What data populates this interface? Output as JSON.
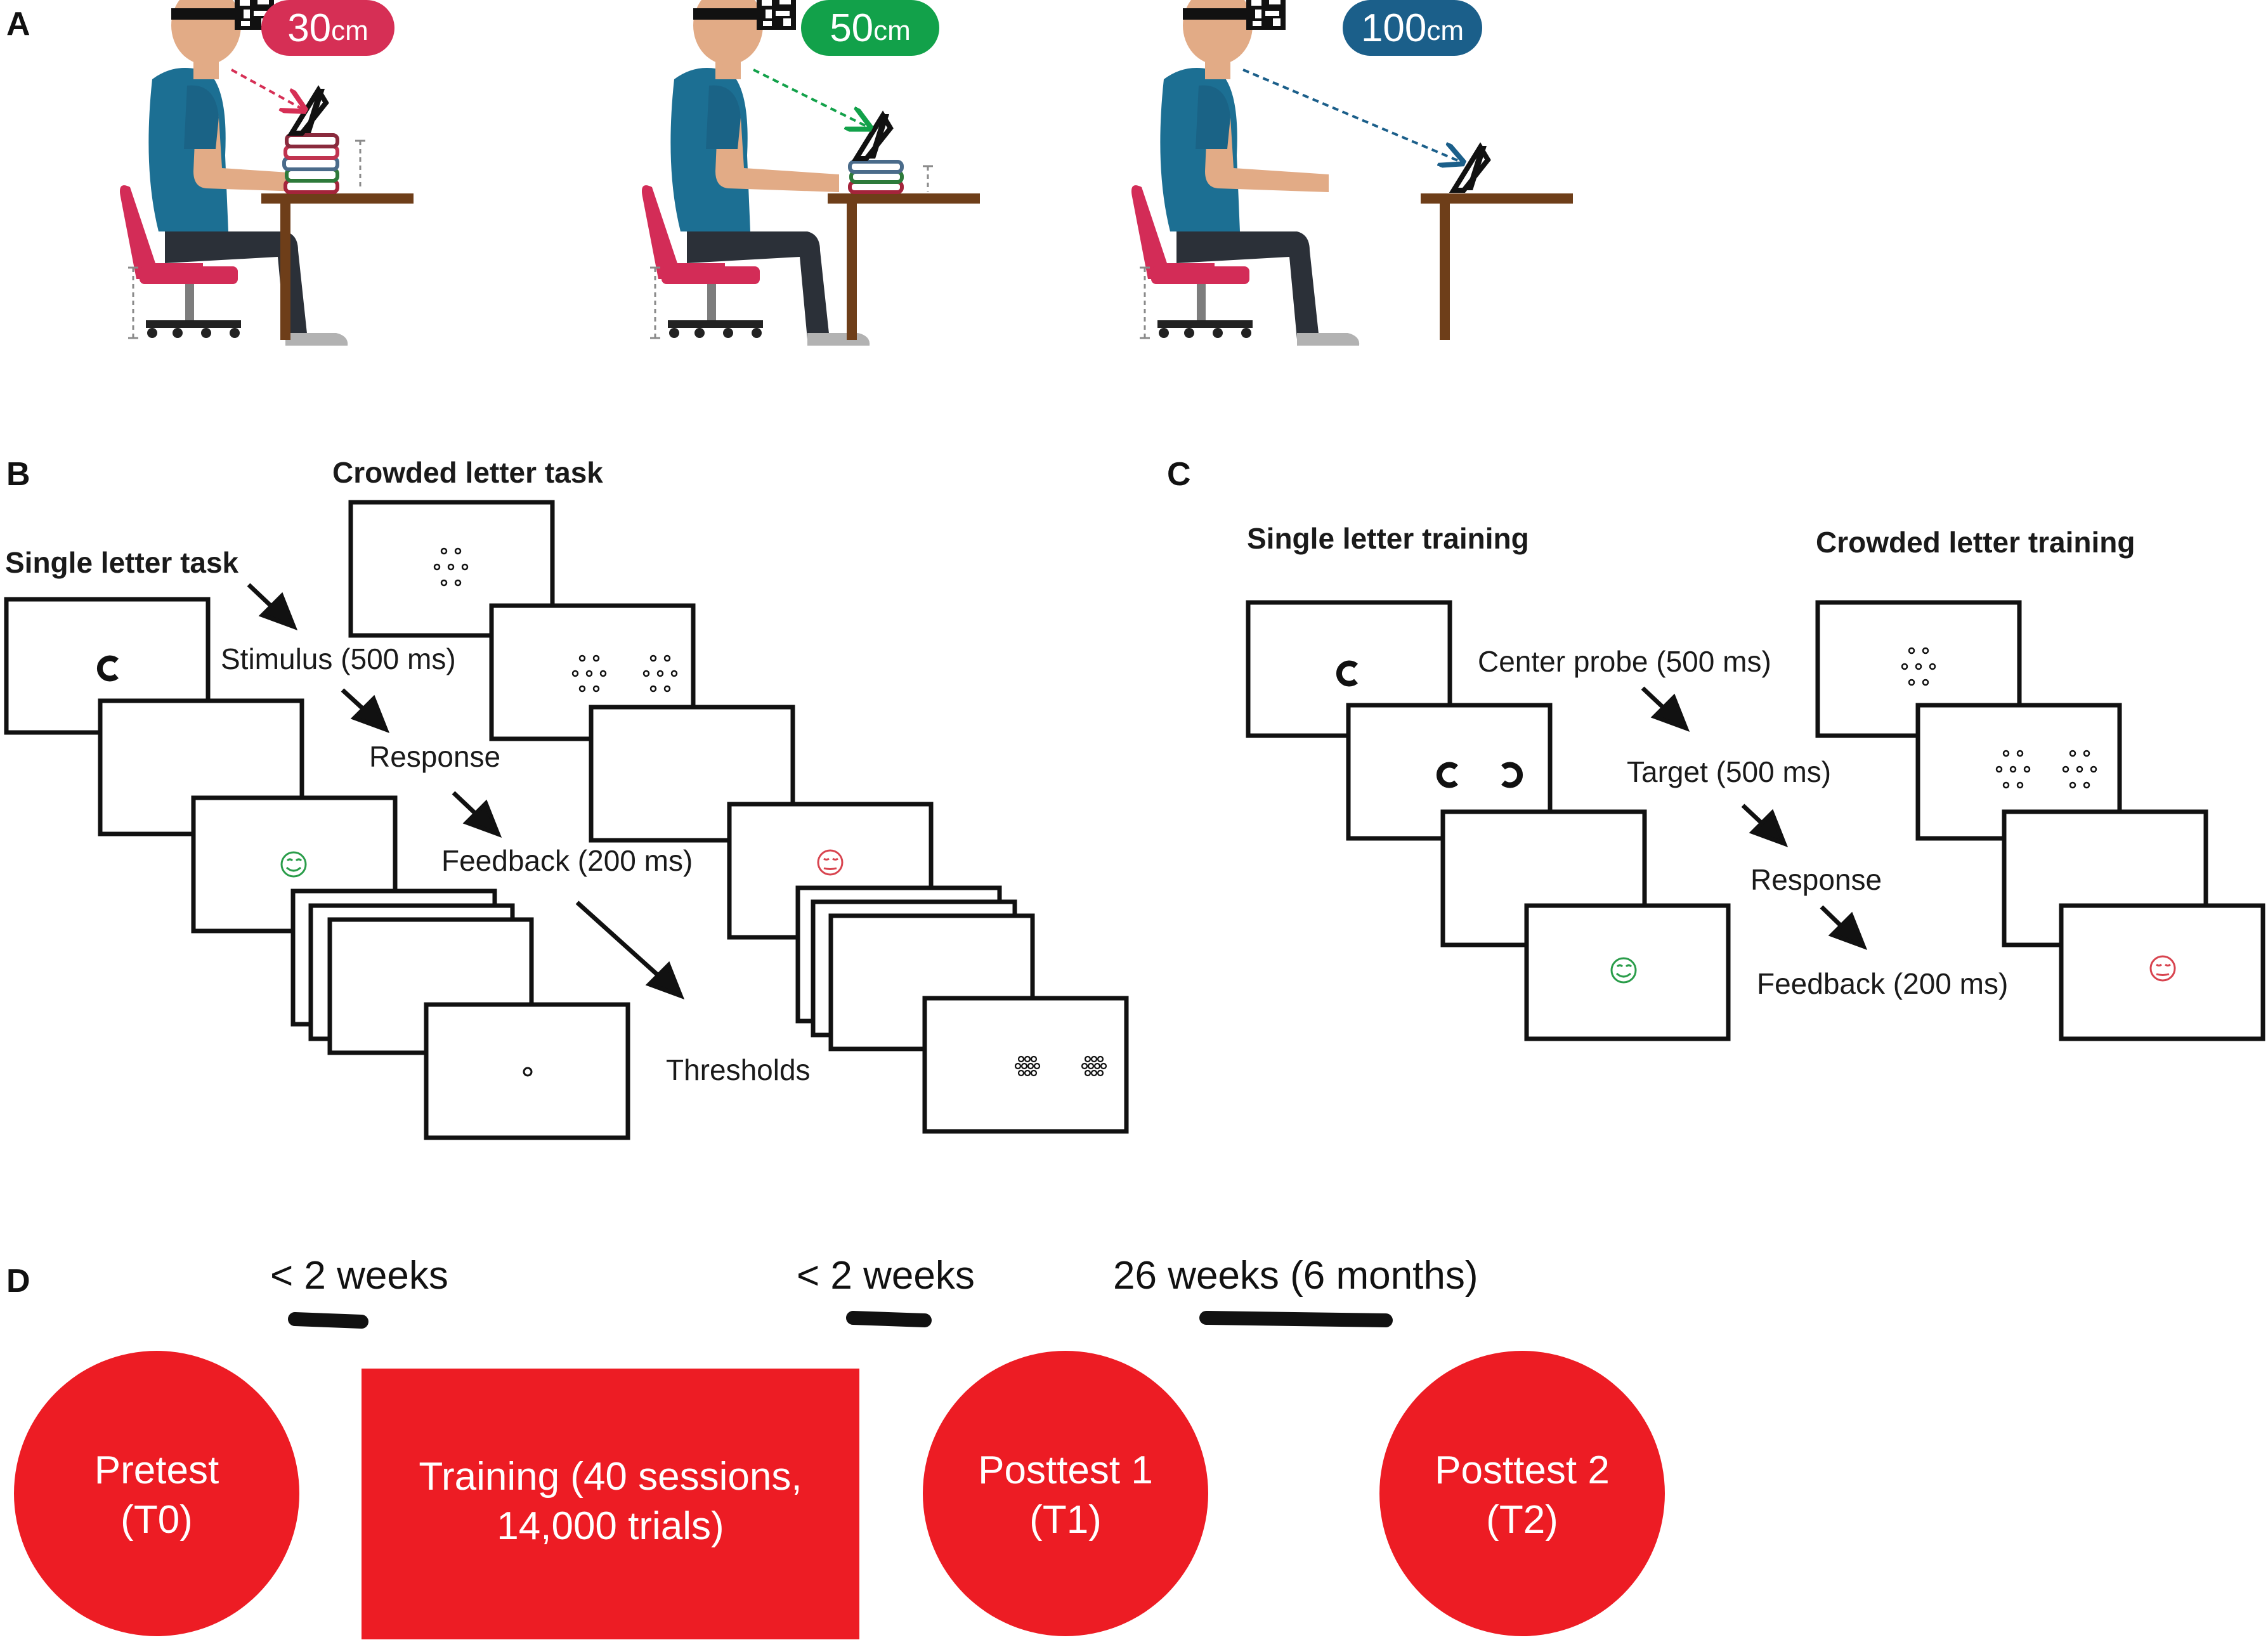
{
  "panels": {
    "a": "A",
    "b": "B",
    "c": "C",
    "d": "D"
  },
  "distances": [
    {
      "num": "30",
      "unit": "cm",
      "color": "#d62f55"
    },
    {
      "num": "50",
      "unit": "cm",
      "color": "#12a14a"
    },
    {
      "num": "100",
      "unit": "cm",
      "color": "#1b5f8a"
    }
  ],
  "panel_b": {
    "single_title": "Single letter task",
    "crowded_title": "Crowded letter task",
    "steps": {
      "stimulus": "Stimulus (500 ms)",
      "response": "Response",
      "feedback": "Feedback (200 ms)",
      "thresholds": "Thresholds"
    }
  },
  "panel_c": {
    "single_title": "Single letter training",
    "crowded_title": "Crowded letter training",
    "steps": {
      "center_probe": "Center probe (500 ms)",
      "target": "Target (500 ms)",
      "response": "Response",
      "feedback": "Feedback (200 ms)"
    }
  },
  "panel_d": {
    "gaps": [
      "< 2 weeks",
      "< 2 weeks",
      "26 weeks (6 months)"
    ],
    "nodes": {
      "pretest": [
        "Pretest",
        "(T0)"
      ],
      "training": [
        "Training (40 sessions,",
        "14,000 trials)"
      ],
      "posttest1": [
        "Posttest 1",
        "(T1)"
      ],
      "posttest2": [
        "Posttest 2",
        "(T2)"
      ]
    }
  },
  "colors": {
    "timeline_red": "#ed1c24",
    "chair_red": "#d32c57",
    "shirt": "#1c6f93",
    "skin": "#e2ab86",
    "pants": "#2b3038",
    "table": "#6e3e19",
    "happy_face": "#2a9d4a",
    "sad_face": "#d8444f"
  }
}
